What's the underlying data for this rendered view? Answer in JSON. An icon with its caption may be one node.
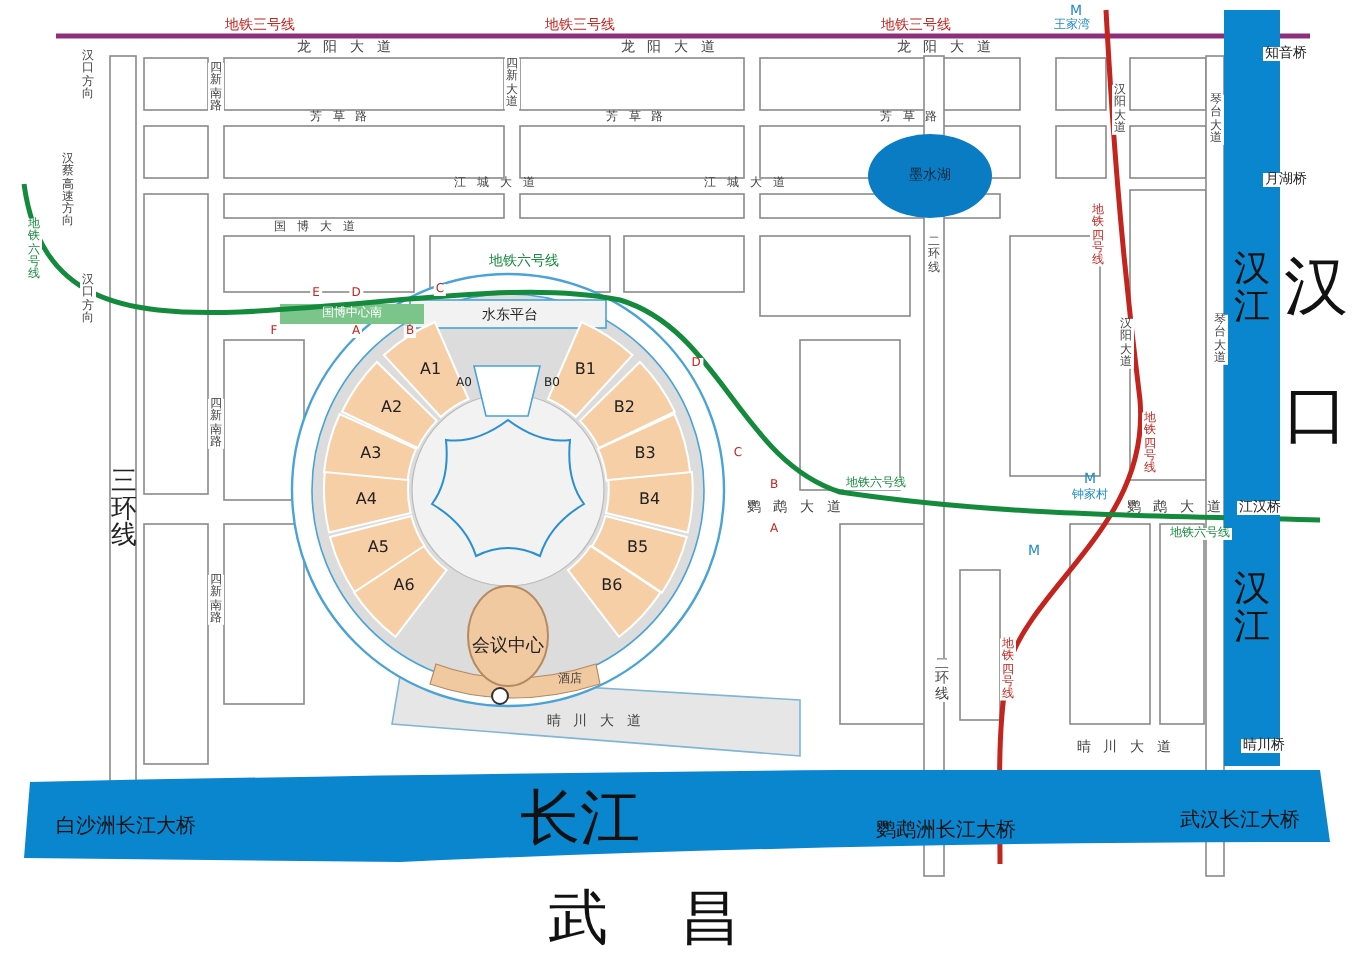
{
  "diagram": {
    "nodes": [
      {
        "text": [
          "A1"
        ]
      },
      {
        "text": [
          "A2"
        ]
      },
      {
        "text": [
          "A3"
        ]
      },
      {
        "text": [
          "A4"
        ]
      },
      {
        "text": [
          "A5"
        ]
      },
      {
        "text": [
          "A6"
        ]
      },
      {
        "text": [
          "B1"
        ]
      },
      {
        "text": [
          "B2"
        ]
      },
      {
        "text": [
          "B3"
        ]
      },
      {
        "text": [
          "B4"
        ]
      },
      {
        "text": [
          "B5"
        ]
      },
      {
        "text": [
          "B6"
        ]
      },
      {
        "text": [
          "会议中心"
        ]
      },
      {
        "text": [
          "墨水湖"
        ]
      },
      {
        "text": [
          "长江"
        ]
      },
      {
        "text": [
          "汉江",
          "汉江"
        ]
      }
    ],
    "labels": [
      "汉口方向",
      "地铁三号线",
      "地铁三号线",
      "地铁三号线",
      "M",
      "王家湾",
      "龙阳大道",
      "龙阳大道",
      "龙阳大道",
      "四新南路",
      "四新大道",
      "芳草路",
      "芳草路",
      "芳草路",
      "江城大道",
      "江城大道",
      "汉蔡高速方向",
      "地铁六号线",
      "汉口方向",
      "国博大道",
      "地铁六号线",
      "国博中心南",
      "E",
      "D",
      "F",
      "A",
      "B",
      "C",
      "水东平台",
      "A0",
      "B0",
      "汉阳大道",
      "琴台大道",
      "知音桥",
      "月湖桥",
      "地铁四号线",
      "二环线",
      "汉口",
      "四新南路",
      "四新南路",
      "汉阳大道",
      "琴台大道",
      "地铁四号线",
      "D",
      "C",
      "B",
      "A",
      "地铁六号线",
      "鹦鹉大道",
      "M",
      "钟家村",
      "鹦鹉大道",
      "江汉桥",
      "地铁六号线",
      "三环线",
      "M",
      "二环线",
      "地铁四号线",
      "酒店",
      "晴川大道",
      "晴川大道",
      "晴川桥",
      "白沙洲长江大桥",
      "鹦鹉洲长江大桥",
      "武汉长江大桥",
      "武昌"
    ]
  }
}
